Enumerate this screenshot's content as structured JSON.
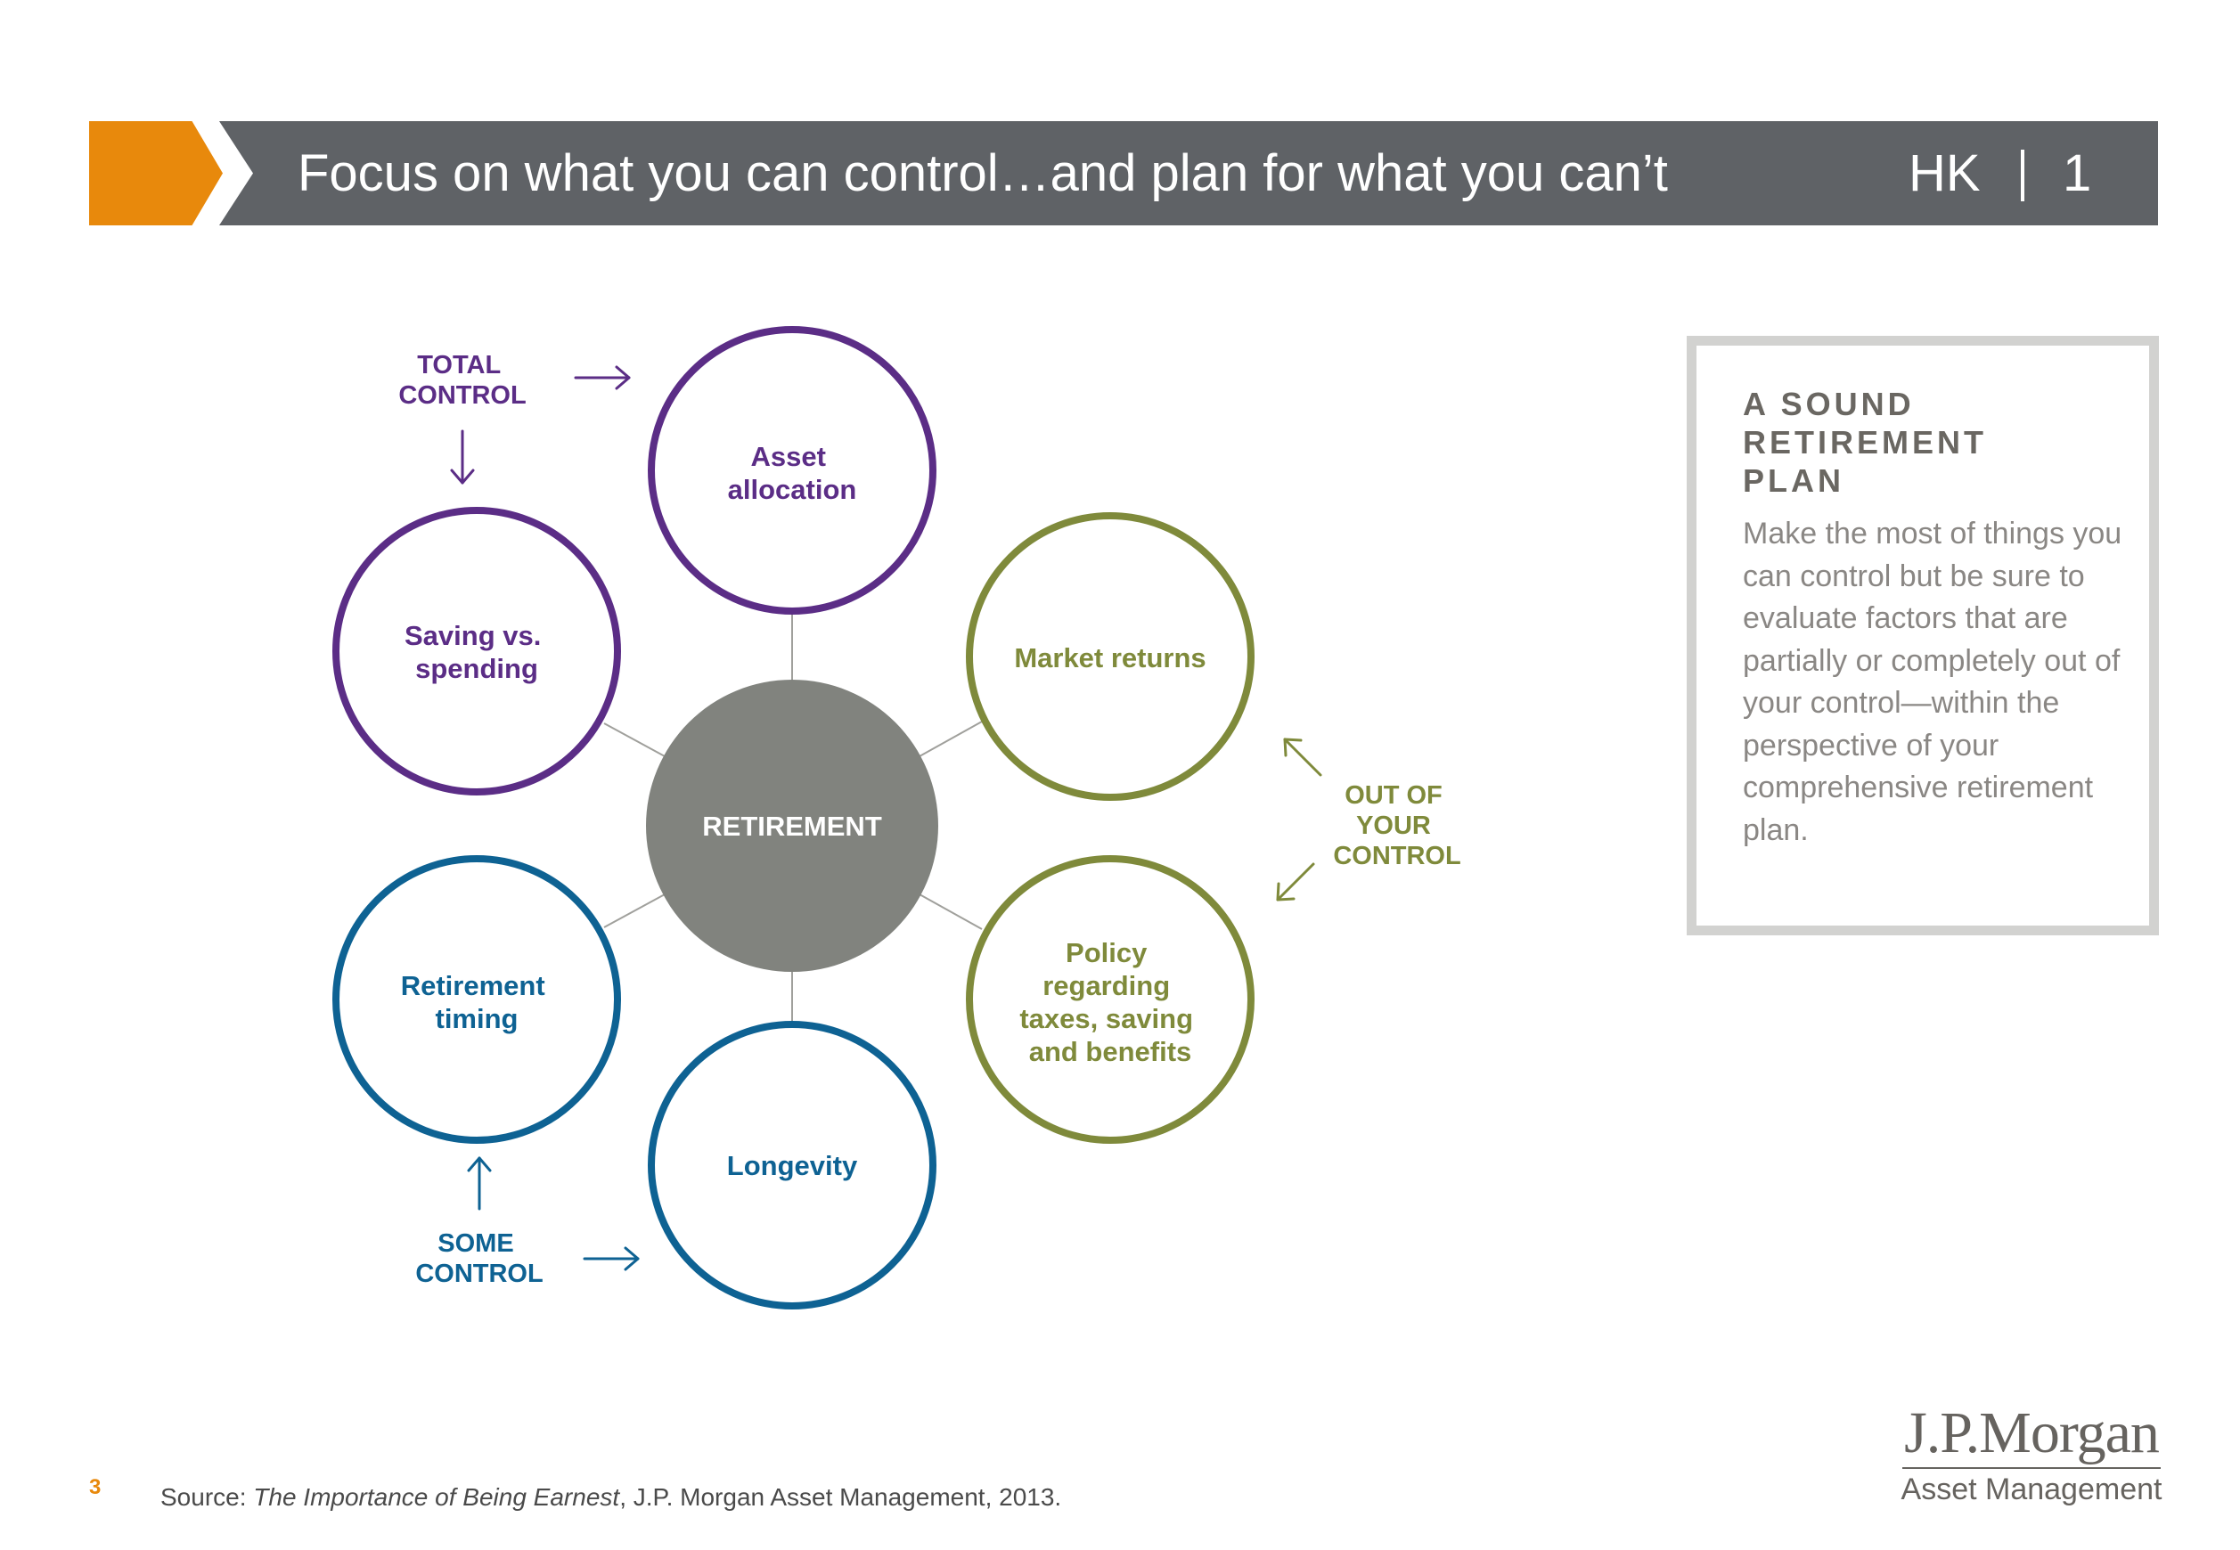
{
  "header": {
    "title": "Focus on what you can control…and plan for what you can’t",
    "region": "HK",
    "page": "1"
  },
  "diagram": {
    "center": "RETIREMENT",
    "nodes": {
      "asset_allocation": [
        "Asset",
        "allocation"
      ],
      "saving_spending": [
        "Saving vs.",
        "spending"
      ],
      "market_returns": [
        "Market returns"
      ],
      "policy": [
        "Policy",
        "regarding",
        "taxes, saving",
        "and benefits"
      ],
      "retirement_timing": [
        "Retirement",
        "timing"
      ],
      "longevity": [
        "Longevity"
      ]
    },
    "groups": {
      "total_control": [
        "TOTAL",
        "CONTROL"
      ],
      "some_control": [
        "SOME",
        "CONTROL"
      ],
      "out_of_control": [
        "OUT OF",
        "YOUR",
        "CONTROL"
      ]
    },
    "colors": {
      "total_control": "#5b2d86",
      "some_control": "#0e6293",
      "out_of_control": "#7f8a3b",
      "center": "#81837e",
      "connector": "#a0a09c"
    }
  },
  "info_box": {
    "heading": [
      "A SOUND",
      "RETIREMENT",
      "PLAN"
    ],
    "body": "Make the most of things you can control but be sure to evaluate factors that are partially or completely out of your control—within the perspective of your comprehensive retirement plan."
  },
  "footer": {
    "page_number": "3",
    "source_prefix": "Source: ",
    "source_title": "The Importance of Being Earnest",
    "source_suffix": ", J.P. Morgan Asset Management, 2013.",
    "logo_name": "J.P.Morgan",
    "logo_sub": "Asset Management"
  }
}
